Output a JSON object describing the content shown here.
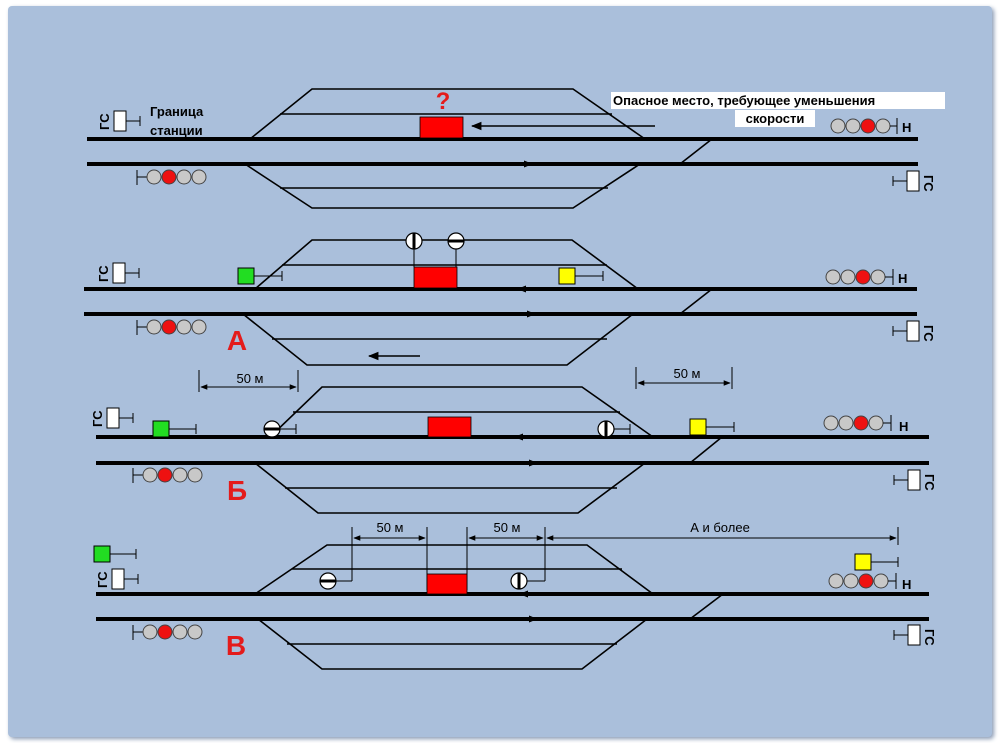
{
  "colors": {
    "background": "#aabfdb",
    "track": "#000000",
    "train": "#ff0000",
    "signal_green": "#22dd22",
    "signal_yellow": "#ffff00",
    "signal_red": "#ee1111",
    "lamp_off": "#c8c8c8"
  },
  "top": {
    "border_label_line1": "Граница",
    "border_label_line2": "станции",
    "question": "?",
    "danger_line1": "Опасное место, требующее уменьшения",
    "danger_line2": "скорости"
  },
  "labels": {
    "gs": "ГС",
    "n": "Н",
    "variant_a": "А",
    "variant_b": "Б",
    "variant_v": "В",
    "dist_50": "50 м",
    "dist_a_more": "А и более"
  },
  "icons": [
    "station-border-signal-icon",
    "entrance-signal-icon",
    "speed-restriction-sign-icon",
    "obstruction-train-icon"
  ]
}
